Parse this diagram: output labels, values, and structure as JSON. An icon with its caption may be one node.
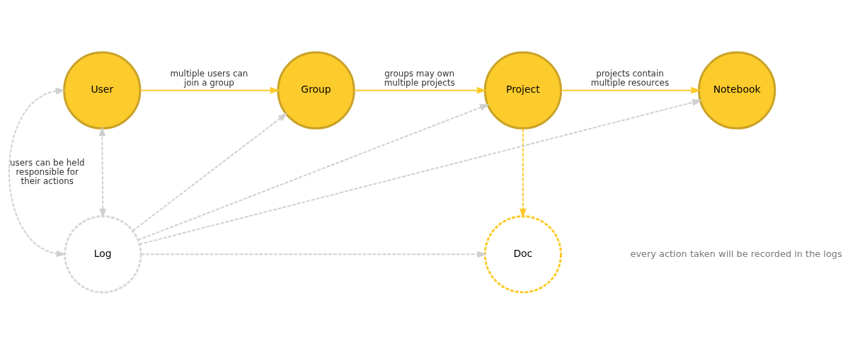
{
  "diagram": {
    "nodes": [
      {
        "text": [
          "User"
        ]
      },
      {
        "text": [
          "Group"
        ]
      },
      {
        "text": [
          "Project"
        ]
      },
      {
        "text": [
          "Notebook"
        ]
      },
      {
        "text": [
          "Log"
        ]
      },
      {
        "text": [
          "Doc"
        ]
      }
    ],
    "edges": [
      {
        "from": 0,
        "to": 1,
        "arrow": "to",
        "label": "multiple users can join a group",
        "color": "#fccb2c"
      },
      {
        "from": 1,
        "to": 2,
        "arrow": "to",
        "label": "groups may own multiple projects",
        "color": "#fccb2c"
      },
      {
        "from": 2,
        "to": 3,
        "arrow": "to",
        "label": "projects contain multiple resources",
        "color": "#fccb2c"
      },
      {
        "from": 2,
        "to": 5,
        "arrow": "to",
        "style": "dashed",
        "color": "#fccb2c"
      },
      {
        "from": 0,
        "to": 4,
        "arrow": "both",
        "style": "dashed",
        "label": "users can be held responsible for their actions"
      },
      {
        "from": 4,
        "to": 0,
        "arrow": "both",
        "style": "dashed"
      },
      {
        "from": 4,
        "to": 1,
        "arrow": "to",
        "style": "dashed"
      },
      {
        "from": 4,
        "to": 2,
        "arrow": "to",
        "style": "dashed"
      },
      {
        "from": 4,
        "to": 3,
        "arrow": "to",
        "style": "dashed"
      },
      {
        "from": 4,
        "to": 5,
        "arrow": "to",
        "style": "dashed"
      }
    ],
    "labels": [
      "every action taken will be recorded in the logs"
    ]
  }
}
